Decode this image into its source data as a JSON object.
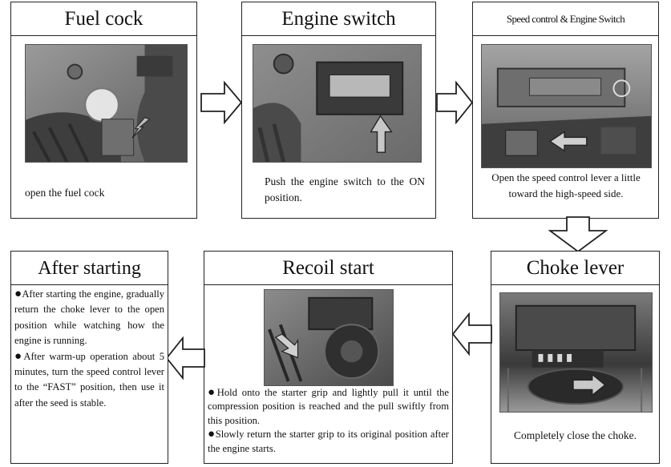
{
  "fuel_cock": {
    "title": "Fuel cock",
    "caption": "open the fuel cock"
  },
  "engine_switch": {
    "title": "Engine switch",
    "caption": "Push the engine switch to the ON position."
  },
  "speed_control": {
    "title": "Speed control & Engine Switch",
    "caption": "Open the speed control lever a little toward the high-speed side."
  },
  "choke_lever": {
    "title": "Choke lever",
    "caption": "Completely close the choke."
  },
  "recoil_start": {
    "title": "Recoil start",
    "steps": [
      "Hold onto the starter grip and lightly pull it until the compression position is reached and the pull swiftly from this position.",
      "Slowly return the starter grip to its original position after the engine starts."
    ]
  },
  "after_starting": {
    "title": "After starting",
    "steps": [
      "After starting the engine, gradually return the choke lever to the open position while watching how the engine is running.",
      "After warm-up operation about 5 minutes, turn the speed control lever to the “FAST” position, then use it after the seed is stable."
    ]
  },
  "bullet_symbol": "●"
}
